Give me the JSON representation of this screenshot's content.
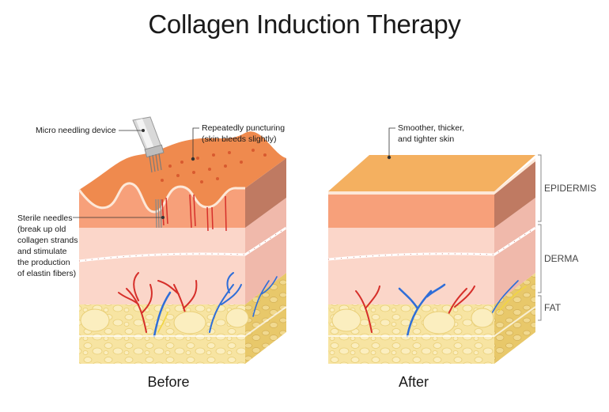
{
  "title": "Collagen Induction Therapy",
  "before": {
    "caption": "Before",
    "labels": {
      "device": "Micro needling device",
      "puncture_line1": "Repeatedly puncturing",
      "puncture_line2": "(skin bleeds slightly)",
      "needles_lines": [
        "Sterile needles",
        "(break up old",
        "collagen strands",
        "and stimulate",
        "the production",
        "of elastin fibers)"
      ]
    }
  },
  "after": {
    "caption": "After",
    "labels": {
      "result_lines": [
        "Smoother, thicker,",
        "and tighter skin"
      ]
    }
  },
  "layers": [
    "EPIDERMIS",
    "DERMA",
    "FAT"
  ],
  "colors": {
    "epidermis_top": "#f4b060",
    "epidermis_front": "#f7a07a",
    "epidermis_side": "#bf7a62",
    "derma_front": "#fbd6c9",
    "derma_side": "#f0b9ab",
    "fat_front": "#f7e4a2",
    "fat_side": "#e8c86a",
    "artery": "#d62f2a",
    "vein": "#2f6ed8",
    "nerve": "#f2d640"
  }
}
